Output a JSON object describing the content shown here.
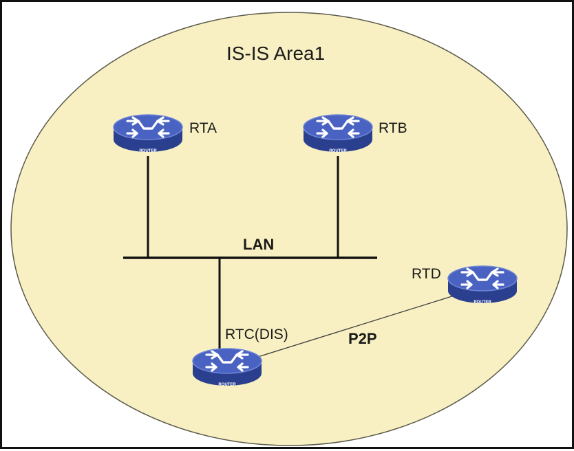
{
  "area": {
    "title": "IS-IS Area1"
  },
  "routers": {
    "rta": {
      "label": "RTA",
      "badge": "ROUTER"
    },
    "rtb": {
      "label": "RTB",
      "badge": "ROUTER"
    },
    "rtc": {
      "label": "RTC(DIS)",
      "badge": "ROUTER"
    },
    "rtd": {
      "label": "RTD",
      "badge": "ROUTER"
    }
  },
  "links": {
    "lan": {
      "label": "LAN"
    },
    "p2p": {
      "label": "P2P"
    }
  },
  "colors": {
    "area_fill": "#f8f0c2",
    "area_stroke": "#5a5a4a",
    "router_top": "#4a63c2",
    "router_side": "#2b3f8f",
    "router_glyph": "#ffffff",
    "line": "#111111"
  }
}
